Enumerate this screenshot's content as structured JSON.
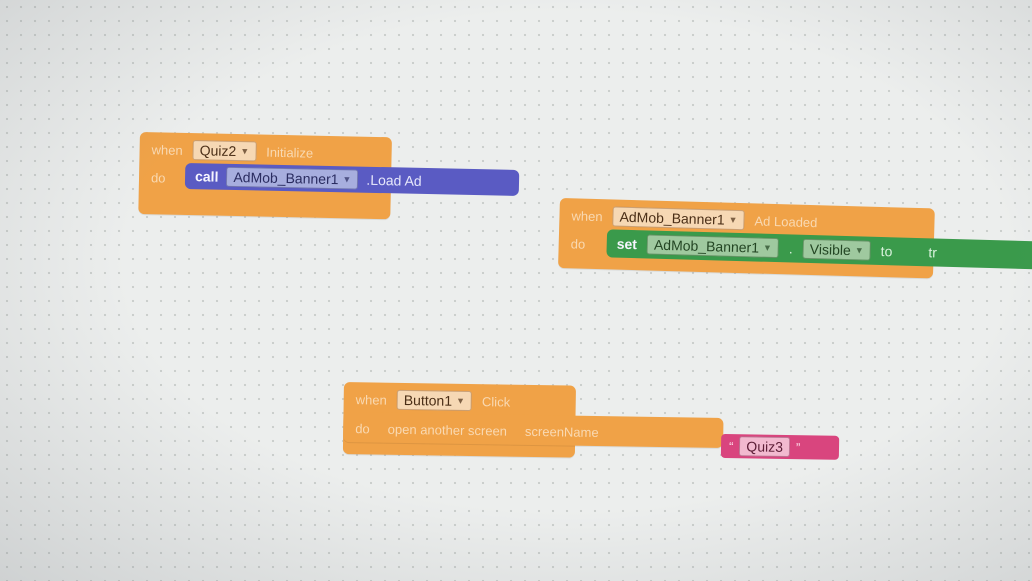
{
  "blocks": {
    "quiz_init": {
      "when": "when",
      "component": "Quiz2",
      "event": "Initialize",
      "do": "do",
      "call": "call",
      "target": "AdMob_Banner1",
      "method": ".Load Ad"
    },
    "ad_loaded": {
      "when": "when",
      "component": "AdMob_Banner1",
      "event": "Ad Loaded",
      "do": "do",
      "set": "set",
      "target": "AdMob_Banner1",
      "dot": ".",
      "property": "Visible",
      "to": "to",
      "value": "tr"
    },
    "button_click": {
      "when": "when",
      "component": "Button1",
      "event": "Click",
      "do": "do",
      "action": "open another screen",
      "param": "screenName",
      "screen_value": "Quiz3"
    }
  },
  "colors": {
    "event": "#f0a247",
    "method": "#5a5bc3",
    "setter": "#3a9a4b",
    "text": "#d9457e"
  }
}
